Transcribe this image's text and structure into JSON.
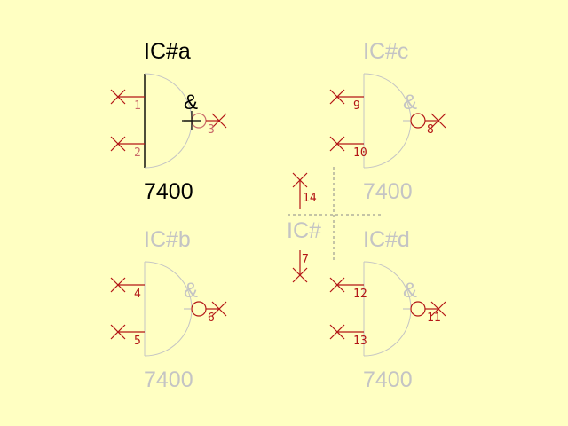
{
  "colors": {
    "background": "#ffffc2",
    "active_unit": "#000000",
    "inactive_unit": "#c4c4c4",
    "pin": "#b31616",
    "pin_number_active": "#c96a6a",
    "anchor_dash": "#8a8a8a"
  },
  "symbol": {
    "center_reference": "IC#"
  },
  "units": [
    {
      "id": "a",
      "reference": "IC#a",
      "value": "7400",
      "symbol": "&",
      "active": true,
      "inputs": [
        "1",
        "2"
      ],
      "output": "3"
    },
    {
      "id": "b",
      "reference": "IC#b",
      "value": "7400",
      "symbol": "&",
      "active": false,
      "inputs": [
        "4",
        "5"
      ],
      "output": "6"
    },
    {
      "id": "c",
      "reference": "IC#c",
      "value": "7400",
      "symbol": "&",
      "active": false,
      "inputs": [
        "9",
        "10"
      ],
      "output": "8"
    },
    {
      "id": "d",
      "reference": "IC#d",
      "value": "7400",
      "symbol": "&",
      "active": false,
      "inputs": [
        "12",
        "13"
      ],
      "output": "11"
    }
  ],
  "power_pins": {
    "vcc": "14",
    "gnd": "7"
  }
}
